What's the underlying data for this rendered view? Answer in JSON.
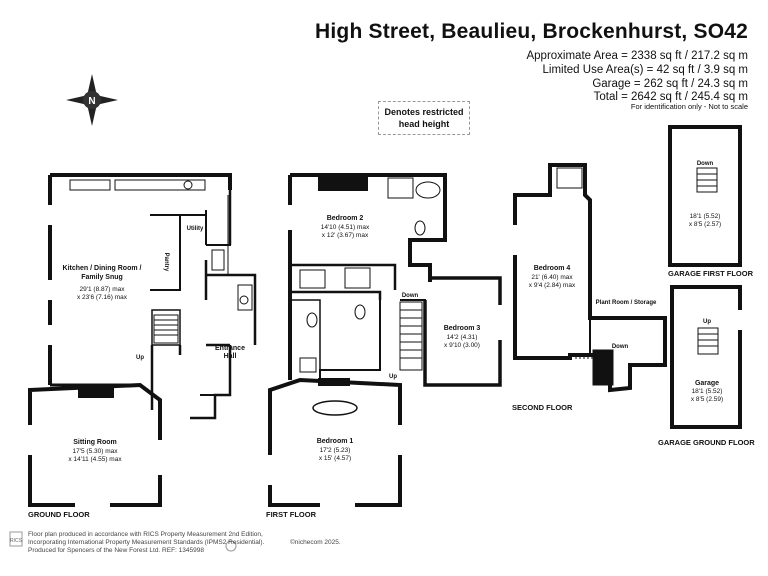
{
  "header": {
    "title": "High Street, Beaulieu, Brockenhurst, SO42",
    "approx_area": "Approximate Area = 2338 sq ft / 217.2 sq m",
    "limited_use": "Limited Use Area(s) = 42 sq ft / 3.9 sq m",
    "garage": "Garage = 262 sq ft / 24.3 sq m",
    "total": "Total = 2642 sq ft / 245.4 sq m",
    "note": "For identification only - Not to scale"
  },
  "legend": {
    "restricted_line1": "Denotes restricted",
    "restricted_line2": "head height"
  },
  "compass": {
    "letter": "N"
  },
  "rooms": {
    "kitchen": {
      "name1": "Kitchen / Dining Room /",
      "name2": "Family Snug",
      "dim1": "29'1 (8.87) max",
      "dim2": "x 23'6 (7.16) max"
    },
    "sitting": {
      "name": "Sitting Room",
      "dim1": "17'5 (5.30) max",
      "dim2": "x 14'11 (4.55) max"
    },
    "utility": {
      "name": "Utility"
    },
    "pantry": {
      "name": "Pantry"
    },
    "entrance": {
      "name1": "Entrance",
      "name2": "Hall"
    },
    "bedroom2": {
      "name": "Bedroom 2",
      "dim1": "14'10 (4.51) max",
      "dim2": "x 12' (3.67) max"
    },
    "bedroom3": {
      "name": "Bedroom 3",
      "dim1": "14'2 (4.31)",
      "dim2": "x 9'10 (3.00)"
    },
    "bedroom1": {
      "name": "Bedroom 1",
      "dim1": "17'2 (5.23)",
      "dim2": "x 15' (4.57)"
    },
    "bedroom4": {
      "name": "Bedroom 4",
      "dim1": "21' (6.40) max",
      "dim2": "x 9'4 (2.84) max"
    },
    "plant": {
      "name": "Plant Room / Storage"
    },
    "garage_first": {
      "name": "Down",
      "dim1": "18'1 (5.52)",
      "dim2": "x 8'5 (2.57)"
    },
    "garage_ground": {
      "name": "Garage",
      "up": "Up",
      "dim1": "18'1 (5.52)",
      "dim2": "x 8'5 (2.59)"
    }
  },
  "stair_labels": {
    "ground_up": "Up",
    "first_down": "Down",
    "first_up": "Up",
    "second_down": "Down"
  },
  "floors": {
    "ground": "GROUND FLOOR",
    "first": "FIRST FLOOR",
    "second": "SECOND FLOOR",
    "garage_first": "GARAGE FIRST FLOOR",
    "garage_ground": "GARAGE GROUND FLOOR"
  },
  "footer": {
    "line1": "Floor plan produced in accordance with RICS Property Measurement 2nd Edition,",
    "line2": "Incorporating International Property Measurement Standards (IPMS2 Residential).",
    "line2b": "©nichecom 2025.",
    "line3": "Produced for Spencers of the New Forest Ltd.   REF: 1345998"
  }
}
